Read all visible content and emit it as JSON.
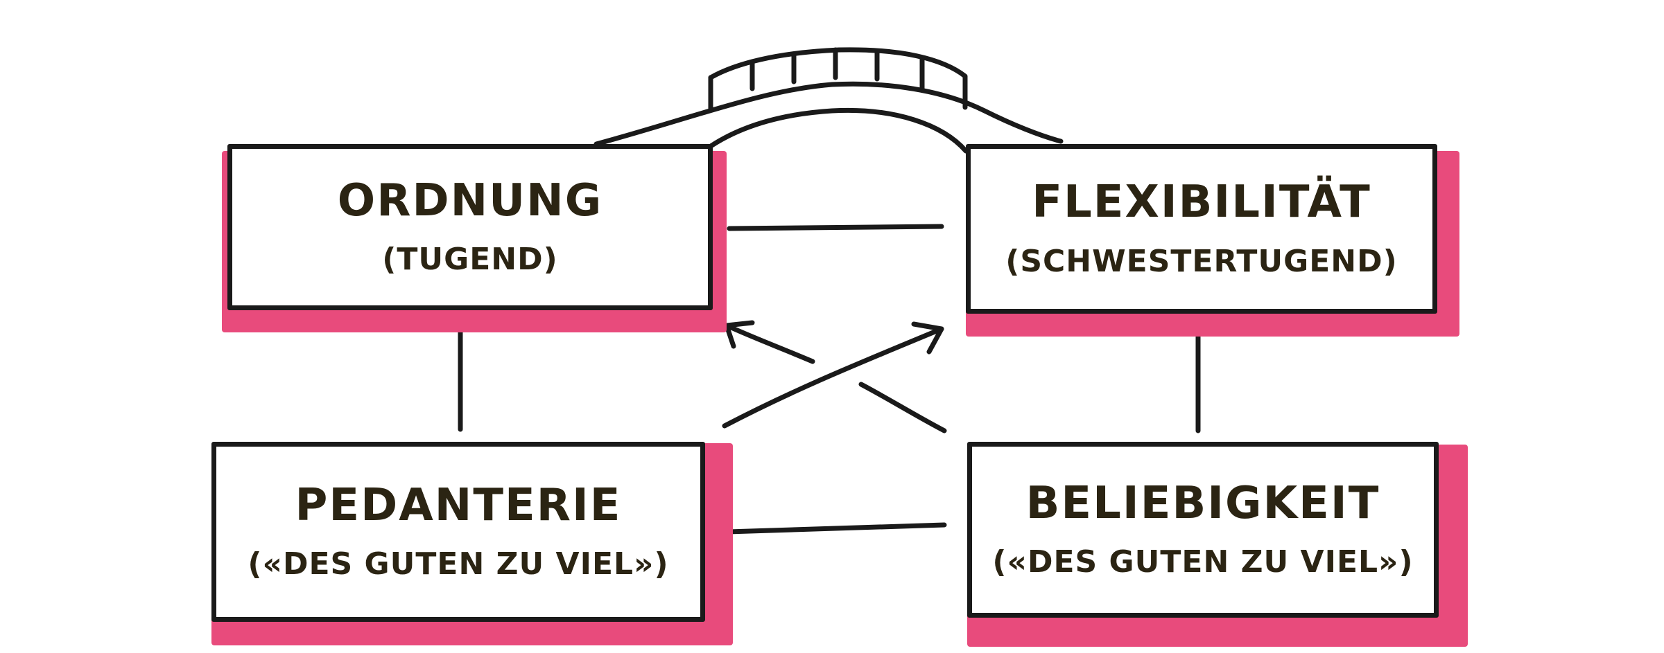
{
  "accent_color": "#e84b7c",
  "stroke_color": "#1a1a1a",
  "text_color": "#2b2413",
  "boxes": {
    "ordnung": {
      "title": "ORDNUNG",
      "subtitle": "(TUGEND)"
    },
    "flexibilitaet": {
      "title": "FLEXIBILITÄT",
      "subtitle": "(SCHWESTERTUGEND)"
    },
    "pedanterie": {
      "title": "PEDANTERIE",
      "subtitle": "(«DES GUTEN ZU VIEL»)"
    },
    "beliebigkeit": {
      "title": "BELIEBIGKEIT",
      "subtitle": "(«DES GUTEN ZU VIEL»)"
    }
  },
  "bridge_icon": "bridge-icon"
}
